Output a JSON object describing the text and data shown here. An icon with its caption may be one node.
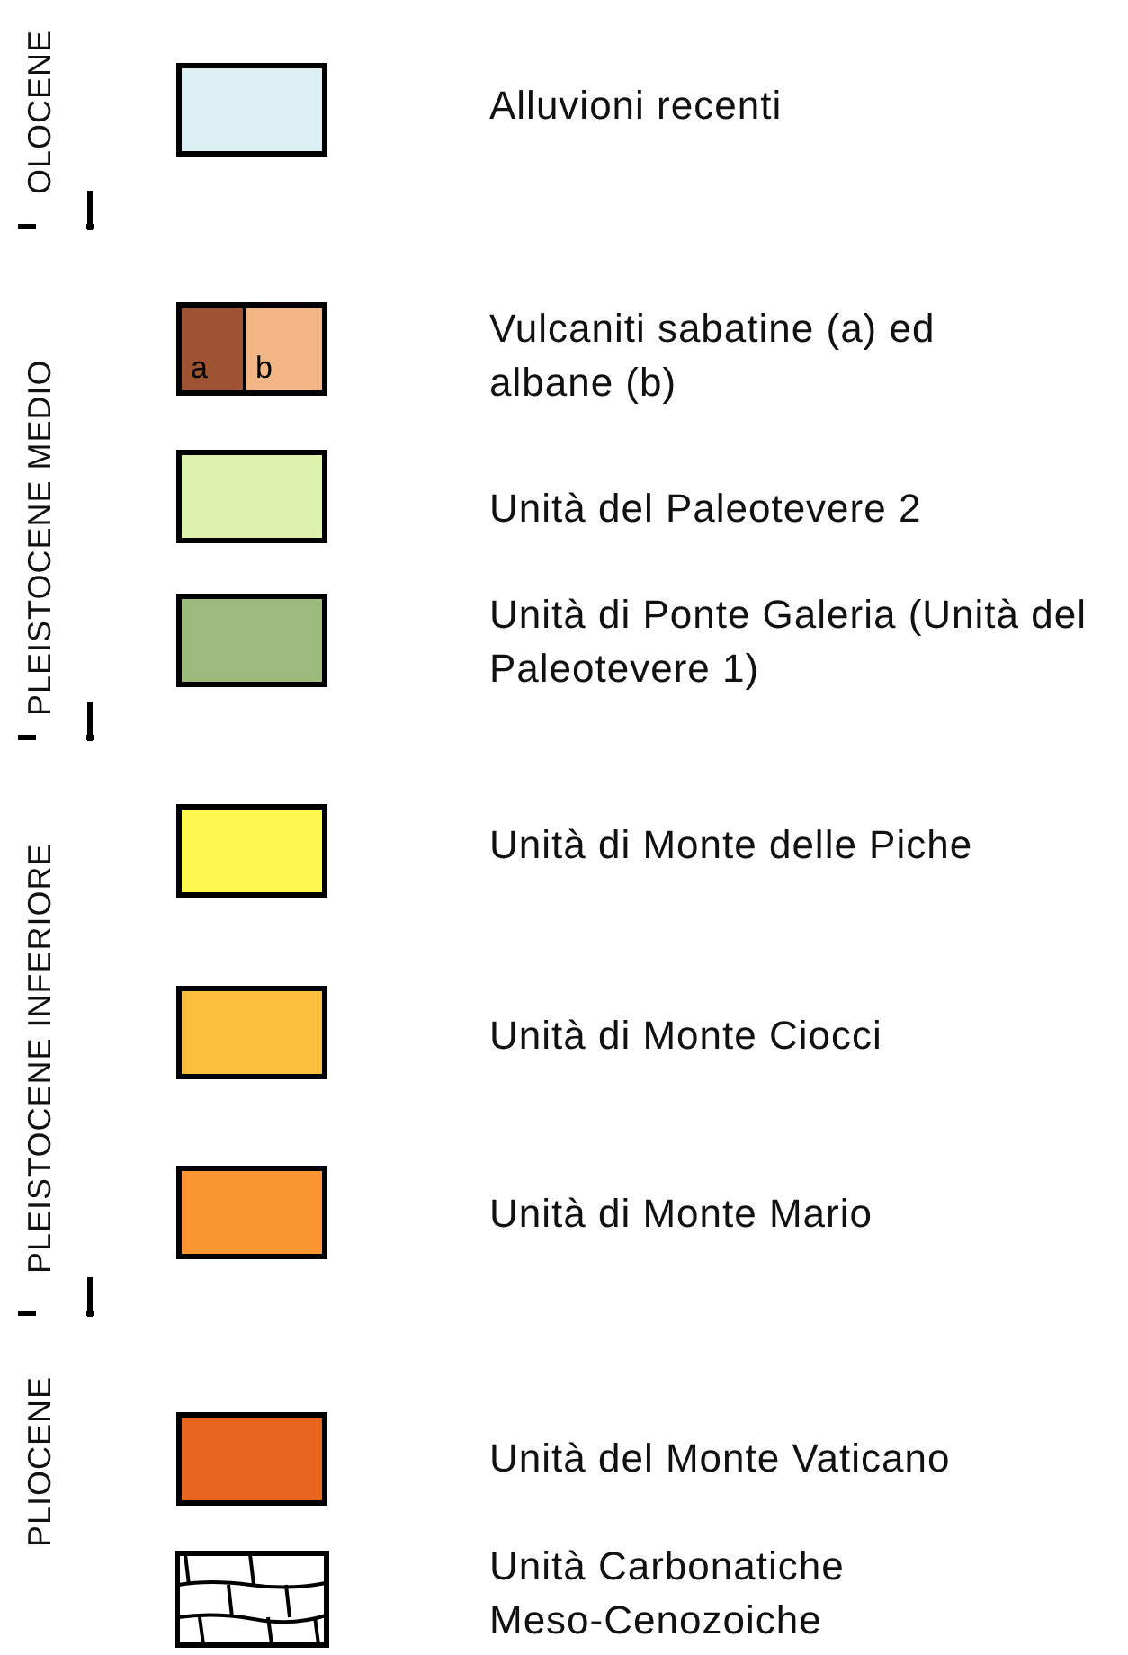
{
  "diagram": {
    "labels": [
      "OLOCENE",
      "PLEISTOCENE MEDIO",
      "PLEISTOCENE INFERIORE",
      "PLIOCENE"
    ],
    "legend": [
      {
        "text": "Alluvioni recenti",
        "color": "#dcf0f4"
      },
      {
        "text": "a",
        "color": "#9e5432"
      },
      {
        "text": "b",
        "color": "#f2b586"
      },
      {
        "text": "Vulcaniti sabatine (a) ed albane (b)"
      },
      {
        "text": "Unità del Paleotevere 2",
        "color": "#def2b0"
      },
      {
        "text": "Unità di Ponte Galeria (Unità del Paleotevere 1)",
        "color": "#9cba7c"
      },
      {
        "text": "Unità di Monte delle Piche",
        "color": "#fcf850"
      },
      {
        "text": "Unità di Monte Ciocci",
        "color": "#fcbe3c"
      },
      {
        "text": "Unità di Monte Mario",
        "color": "#fc9632"
      },
      {
        "text": "Unità del Monte Vaticano",
        "color": "#e8641e"
      },
      {
        "text": "Unità Carbonatiche Meso-Cenozoiche"
      }
    ]
  }
}
